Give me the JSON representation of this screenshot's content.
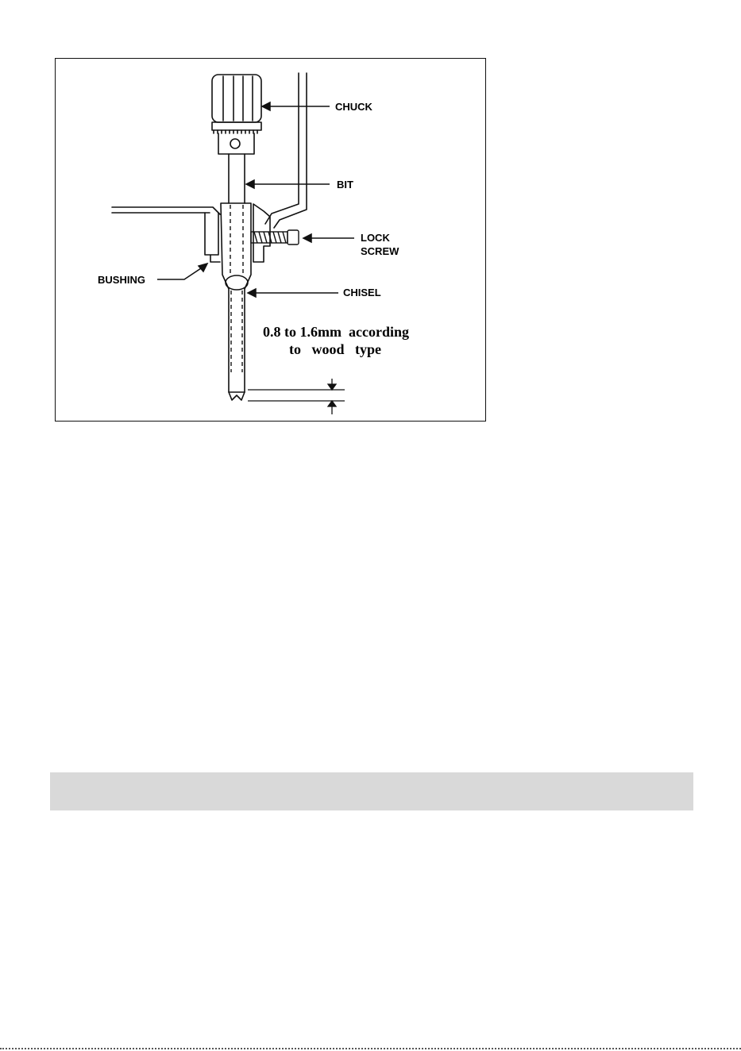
{
  "diagram": {
    "labels": {
      "chuck": "CHUCK",
      "bit": "BIT",
      "lock_screw_line1": "LOCK",
      "lock_screw_line2": "SCREW",
      "bushing": "BUSHING",
      "chisel": "CHISEL"
    },
    "note": {
      "line1": "0.8 to 1.6mm  according",
      "line2": "to   wood   type"
    },
    "colors": {
      "line": "#111111",
      "frame": "#111111"
    }
  },
  "section_bar": {
    "color": "#d9d9d9"
  }
}
